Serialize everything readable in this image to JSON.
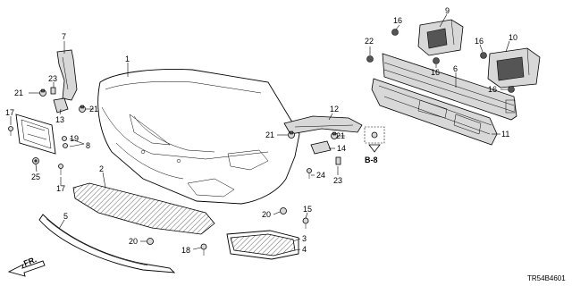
{
  "diagram": {
    "code": "TR54B4601",
    "ref_label": "B-8",
    "front_label": "FR.",
    "callouts": [
      {
        "id": "c1",
        "label": "1"
      },
      {
        "id": "c2",
        "label": "2"
      },
      {
        "id": "c3",
        "label": "3"
      },
      {
        "id": "c4",
        "label": "4"
      },
      {
        "id": "c5",
        "label": "5"
      },
      {
        "id": "c6",
        "label": "6"
      },
      {
        "id": "c7",
        "label": "7"
      },
      {
        "id": "c8",
        "label": "8"
      },
      {
        "id": "c9",
        "label": "9"
      },
      {
        "id": "c10",
        "label": "10"
      },
      {
        "id": "c11",
        "label": "11"
      },
      {
        "id": "c12",
        "label": "12"
      },
      {
        "id": "c13",
        "label": "13"
      },
      {
        "id": "c14",
        "label": "14"
      },
      {
        "id": "c15",
        "label": "15"
      },
      {
        "id": "c16a",
        "label": "16"
      },
      {
        "id": "c16b",
        "label": "16"
      },
      {
        "id": "c16c",
        "label": "16"
      },
      {
        "id": "c16d",
        "label": "16"
      },
      {
        "id": "c17a",
        "label": "17"
      },
      {
        "id": "c17b",
        "label": "17"
      },
      {
        "id": "c18",
        "label": "18"
      },
      {
        "id": "c19",
        "label": "19"
      },
      {
        "id": "c20a",
        "label": "20"
      },
      {
        "id": "c20b",
        "label": "20"
      },
      {
        "id": "c21a",
        "label": "21"
      },
      {
        "id": "c21b",
        "label": "21"
      },
      {
        "id": "c21c",
        "label": "21"
      },
      {
        "id": "c21d",
        "label": "21"
      },
      {
        "id": "c22",
        "label": "22"
      },
      {
        "id": "c23a",
        "label": "23"
      },
      {
        "id": "c23b",
        "label": "23"
      },
      {
        "id": "c24",
        "label": "24"
      },
      {
        "id": "c25",
        "label": "25"
      }
    ]
  }
}
